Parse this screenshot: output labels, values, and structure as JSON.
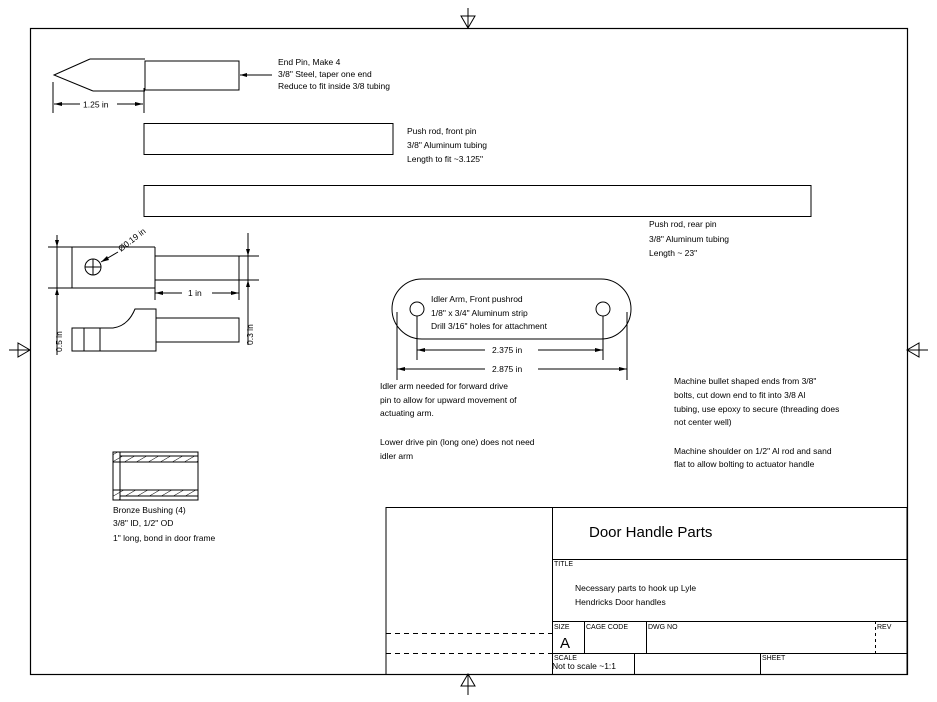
{
  "drawing": {
    "colors": {
      "ink": "#000000",
      "paper": "#ffffff"
    },
    "parts": {
      "end_pin": {
        "label_lines": [
          "End Pin, Make 4",
          "3/8\" Steel, taper one end",
          "Reduce to fit inside 3/8 tubing"
        ],
        "dimension": "1.25 in"
      },
      "push_rod_front": {
        "label_lines": [
          "Push rod, front pin",
          "3/8\" Aluminum tubing",
          "Length to fit  ~3.125\""
        ]
      },
      "push_rod_rear": {
        "label_lines": [
          "Push rod, rear pin",
          "3/8\" Aluminum tubing",
          "Length ~ 23\""
        ]
      },
      "actuator_shoulder": {
        "hole_dimension": "Ø0.19 in",
        "length_dimension": "1 in",
        "height_dimension": "0.5 in",
        "shoulder_dimension": "0.3 in"
      },
      "idler_arm": {
        "label_lines": [
          "Idler Arm, Front pushrod",
          "1/8\" x 3/4\" Aluminum strip",
          "Drill 3/16\" holes for attachment"
        ],
        "hole_spacing": "2.375 in",
        "overall_length": "2.875 in"
      },
      "bronze_bushing": {
        "label_lines": [
          "Bronze Bushing (4)",
          "3/8\" ID, 1/2\" OD",
          "1\" long, bond in door frame"
        ]
      }
    },
    "notes": {
      "idler_note": [
        "Idler arm needed for forward drive",
        "pin to allow for upward movement of",
        "actuating arm.",
        "",
        "Lower drive pin (long one) does not need",
        "idler arm"
      ],
      "machining_note": [
        "Machine bullet shaped ends from 3/8\"",
        "bolts, cut down end to fit into 3/8 Al",
        "tubing, use epoxy to secure (threading does",
        "not center well)",
        "",
        "Machine shoulder on 1/2\" Al rod and sand",
        "flat to allow bolting to actuator handle"
      ]
    },
    "title_block": {
      "title": "Door Handle Parts",
      "title_label": "TITLE",
      "description_lines": [
        "Necessary parts to hook up Lyle",
        "Hendricks Door handles"
      ],
      "size_label": "SIZE",
      "size_value": "A",
      "cage_code_label": "CAGE CODE",
      "cage_code_value": "",
      "dwg_no_label": "DWG NO",
      "dwg_no_value": "",
      "rev_label": "REV",
      "rev_value": "",
      "scale_label": "SCALE",
      "scale_value": "Not to scale ~1:1",
      "sheet_label": "SHEET",
      "sheet_value": ""
    },
    "markers": [
      "centering-mark-top",
      "centering-mark-bottom",
      "centering-mark-left",
      "centering-mark-right"
    ]
  }
}
